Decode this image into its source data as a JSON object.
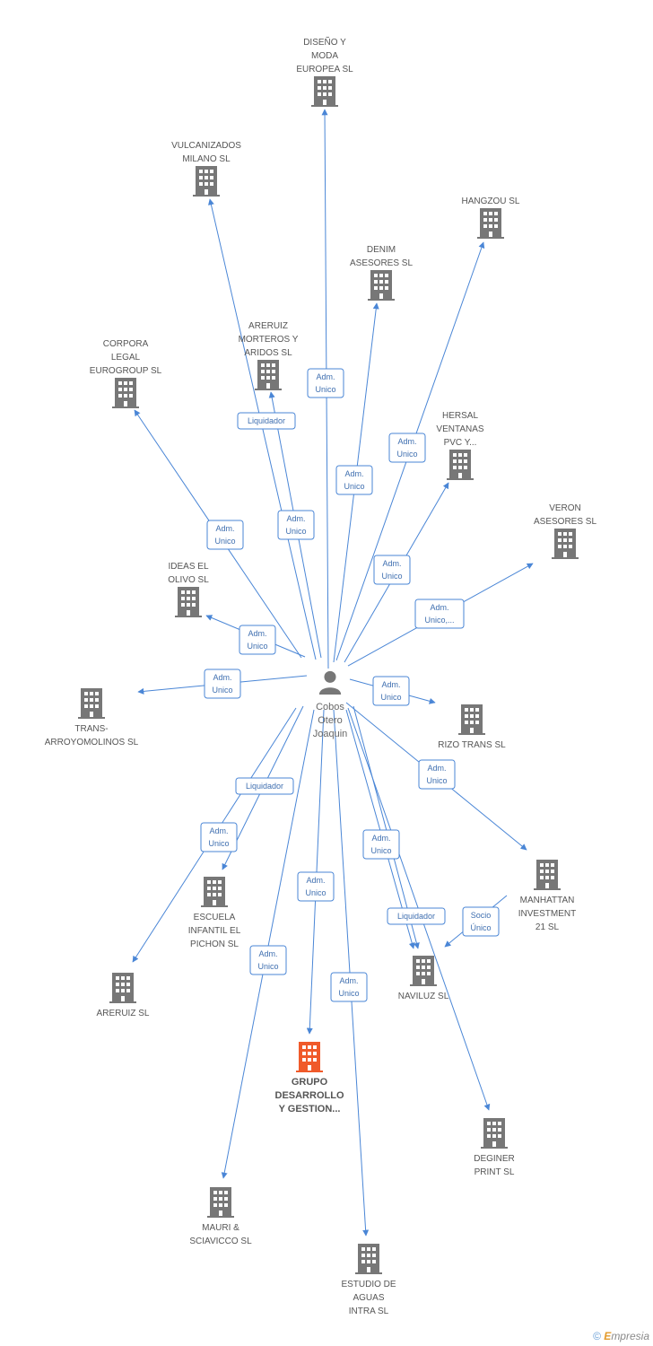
{
  "colors": {
    "edge": "#4a86d6",
    "building": "#777777",
    "focus_building": "#f05a2a",
    "person": "#777777"
  },
  "center": {
    "id": "p",
    "label_lines": [
      "Cobos",
      "Otero",
      "Joaquin"
    ],
    "icon": "person-icon"
  },
  "nodes": [
    {
      "id": "n1",
      "label_lines": [
        "DISEÑO Y",
        "MODA",
        "EUROPEA SL"
      ]
    },
    {
      "id": "n2",
      "label_lines": [
        "VULCANIZADOS",
        "MILANO SL"
      ]
    },
    {
      "id": "n3",
      "label_lines": [
        "HANGZOU SL"
      ]
    },
    {
      "id": "n4",
      "label_lines": [
        "DENIM",
        "ASESORES SL"
      ]
    },
    {
      "id": "n5",
      "label_lines": [
        "ARERUIZ",
        "MORTEROS Y",
        "ARIDOS SL"
      ]
    },
    {
      "id": "n6",
      "label_lines": [
        "CORPORA",
        "LEGAL",
        "EUROGROUP SL"
      ]
    },
    {
      "id": "n7",
      "label_lines": [
        "HERSAL",
        "VENTANAS",
        "PVC Y..."
      ]
    },
    {
      "id": "n8",
      "label_lines": [
        "VERON",
        "ASESORES SL"
      ]
    },
    {
      "id": "n9",
      "label_lines": [
        "IDEAS EL",
        "OLIVO SL"
      ]
    },
    {
      "id": "n10",
      "label_lines": [
        "TRANS-",
        "ARROYOMOLINOS SL"
      ]
    },
    {
      "id": "n11",
      "label_lines": [
        "RIZO TRANS SL"
      ]
    },
    {
      "id": "n12",
      "label_lines": [
        "MANHATTAN",
        "INVESTMENT",
        "21 SL"
      ]
    },
    {
      "id": "n13",
      "label_lines": [
        "ESCUELA",
        "INFANTIL EL",
        "PICHON SL"
      ]
    },
    {
      "id": "n14",
      "label_lines": [
        "NAVILUZ SL"
      ]
    },
    {
      "id": "n15",
      "label_lines": [
        "ARERUIZ SL"
      ]
    },
    {
      "id": "n16",
      "label_lines": [
        "GRUPO",
        "DESARROLLO",
        "Y GESTION..."
      ],
      "focus": true
    },
    {
      "id": "n17",
      "label_lines": [
        "DEGINER",
        "PRINT SL"
      ]
    },
    {
      "id": "n18",
      "label_lines": [
        "MAURI &",
        "SCIAVICCO SL"
      ]
    },
    {
      "id": "n19",
      "label_lines": [
        "ESTUDIO DE",
        "AGUAS",
        "INTRA  SL"
      ]
    }
  ],
  "edges": [
    {
      "from": "p",
      "to": "n1",
      "label_lines": [
        "Adm.",
        "Unico"
      ]
    },
    {
      "from": "p",
      "to": "n2",
      "label_lines": [
        "Adm.",
        "Unico"
      ]
    },
    {
      "from": "p",
      "to": "n3",
      "label_lines": [
        "Adm.",
        "Unico"
      ]
    },
    {
      "from": "p",
      "to": "n4",
      "label_lines": [
        "Adm.",
        "Unico"
      ]
    },
    {
      "from": "p",
      "to": "n5",
      "label_lines": [
        "Liquidador"
      ]
    },
    {
      "from": "p",
      "to": "n6",
      "label_lines": [
        "Adm.",
        "Unico"
      ]
    },
    {
      "from": "p",
      "to": "n7",
      "label_lines": [
        "Adm.",
        "Unico"
      ]
    },
    {
      "from": "p",
      "to": "n8",
      "label_lines": [
        "Adm.",
        "Unico,..."
      ]
    },
    {
      "from": "p",
      "to": "n9",
      "label_lines": [
        "Adm.",
        "Unico"
      ]
    },
    {
      "from": "p",
      "to": "n10",
      "label_lines": [
        "Adm.",
        "Unico"
      ]
    },
    {
      "from": "p",
      "to": "n11",
      "label_lines": [
        "Adm.",
        "Unico"
      ]
    },
    {
      "from": "p",
      "to": "n12",
      "label_lines": [
        "Adm.",
        "Unico"
      ]
    },
    {
      "from": "p",
      "to": "n13",
      "label_lines": [
        "Liquidador"
      ]
    },
    {
      "from": "p",
      "to": "n14",
      "label_lines": [
        "Adm.",
        "Unico"
      ]
    },
    {
      "from": "p",
      "to": "n14",
      "label_lines": [
        "Liquidador"
      ]
    },
    {
      "from": "n12",
      "to": "n14",
      "label_lines": [
        "Socio",
        "Único"
      ]
    },
    {
      "from": "p",
      "to": "n15",
      "label_lines": [
        "Adm.",
        "Unico"
      ]
    },
    {
      "from": "p",
      "to": "n16",
      "label_lines": [
        "Adm.",
        "Unico"
      ]
    },
    {
      "from": "p",
      "to": "n17",
      "label_lines": []
    },
    {
      "from": "p",
      "to": "n18",
      "label_lines": [
        "Adm.",
        "Unico"
      ]
    },
    {
      "from": "p",
      "to": "n19",
      "label_lines": [
        "Adm.",
        "Unico"
      ]
    }
  ],
  "footer": {
    "copyright": "©",
    "brand_initial": "E",
    "brand_rest": "mpresia"
  }
}
